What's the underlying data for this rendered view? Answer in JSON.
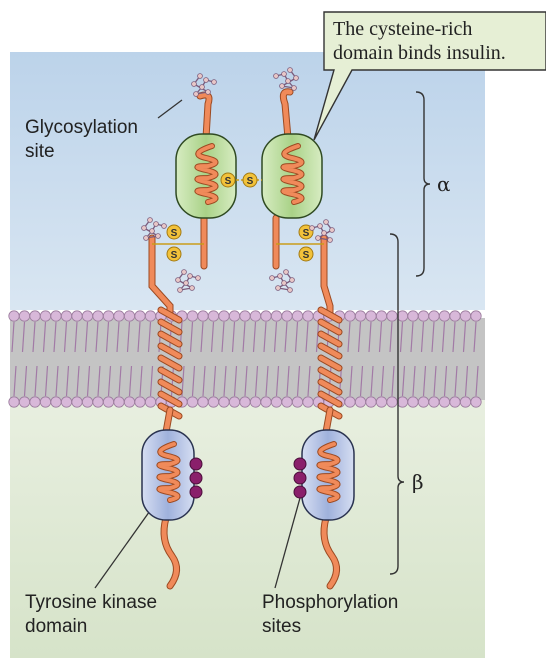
{
  "labels": {
    "callout": "The cysteine-rich\ndomain binds insulin.",
    "glycosylation": "Glycosylation\nsite",
    "alpha": "α",
    "beta": "β",
    "kinase": "Tyrosine kinase\ndomain",
    "phospho": "Phosphorylation\nsites",
    "disulfide_letter": "S"
  },
  "colors": {
    "extracellular": "#cfe0ef",
    "cytoplasm": "#dfe9d6",
    "membrane_core": "#bcbcbc",
    "lipid_head": "#d8b8d9",
    "chain": "#f08a5a",
    "chain_stroke": "#9c4a22",
    "alpha_domain": "#b7d99a",
    "kinase_domain": "#aebde0",
    "phosphate": "#8a1f6b",
    "disulfide": "#f2c23a",
    "callout_fill": "#e7f0d8"
  }
}
